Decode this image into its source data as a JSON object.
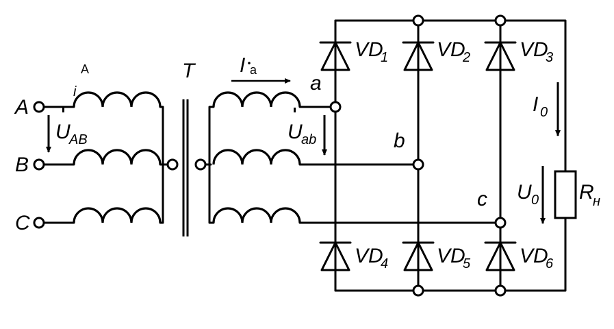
{
  "labels": {
    "phase_a": "A",
    "phase_b": "B",
    "phase_c": "C",
    "i_primary": "i",
    "i_primary_sup": "A",
    "u_ab_primary": "U",
    "u_ab_primary_sub": "AB",
    "transformer": "T",
    "i_secondary": "I",
    "i_secondary_sub": "a",
    "node_a": "a",
    "node_b": "b",
    "node_c": "c",
    "u_ab_secondary": "U",
    "u_ab_secondary_sub": "ab",
    "vd_prefix": "VD",
    "vd1": "1",
    "vd2": "2",
    "vd3": "3",
    "vd4": "4",
    "vd5": "5",
    "vd6": "6",
    "i0": "I",
    "i0_sub": "0",
    "u0": "U",
    "u0_sub": "0",
    "rh": "R",
    "rh_sub": "н"
  }
}
